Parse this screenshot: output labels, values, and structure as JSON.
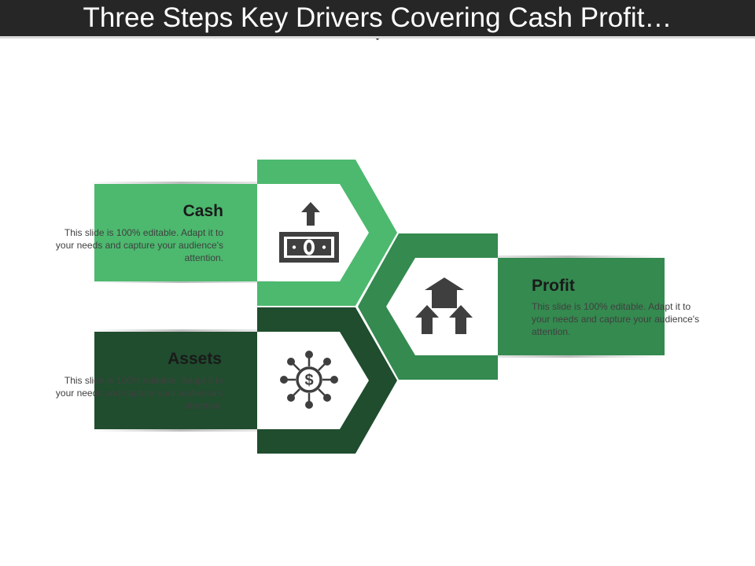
{
  "title": "Three Steps Key Drivers Covering Cash Profit…",
  "colors": {
    "title_bar": "#262626",
    "cash_green": "#4cb96e",
    "profit_green": "#348a4f",
    "assets_green": "#1f4d2e",
    "icon_gray": "#3f3f3f"
  },
  "steps": [
    {
      "heading": "Cash",
      "text": "This slide is 100% editable. Adapt it to your needs and capture your audience's attention.",
      "icon": "money-bill-with-up-arrow-icon"
    },
    {
      "heading": "Profit",
      "text": "This slide is 100% editable. Adapt it to your needs and capture your audience's attention.",
      "icon": "house-with-up-arrows-icon"
    },
    {
      "heading": "Assets",
      "text": "This slide is 100% editable. Adapt it to your needs and capture your audience's attention.",
      "icon": "dollar-network-icon"
    }
  ]
}
